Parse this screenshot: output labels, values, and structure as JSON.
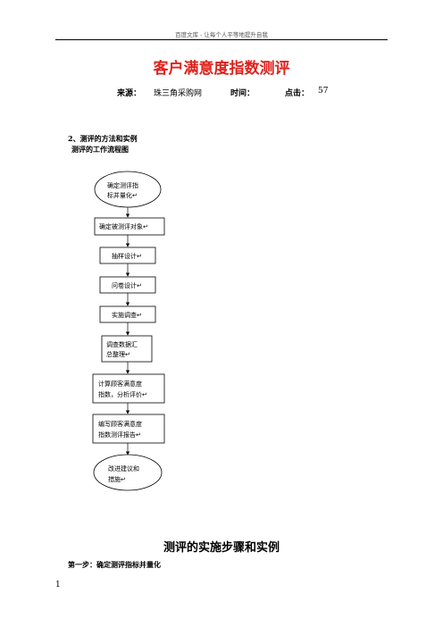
{
  "header": {
    "text": "百度文库 - 让每个人平等地提升自我"
  },
  "document": {
    "title": "客户满意度指数测评",
    "meta": {
      "source_label": "来源：",
      "source_value": "珠三角采购网",
      "time_label": "时间：",
      "clicks_label": "点击：",
      "clicks_value": "57"
    },
    "section2_heading": "2、测评的方法和实例",
    "section2_sub": "测评的工作流程图",
    "flow": {
      "steps": [
        {
          "line1": "确定测评指",
          "line2": "标并量化↵"
        },
        {
          "line1": "确定被测评对象↵"
        },
        {
          "line1": "抽样设计↵"
        },
        {
          "line1": "问卷设计↵"
        },
        {
          "line1": "实施调查↵"
        },
        {
          "line1": "调查数据汇",
          "line2": "总整理↵"
        },
        {
          "line1": "计算顾客满意度",
          "line2": "指数，分析评价↵"
        },
        {
          "line1": "编写顾客满意度",
          "line2": "指数测评报告↵"
        },
        {
          "line1": "改进建议和",
          "line2": "措施↵"
        }
      ]
    },
    "steps_title": "测评的实施步骤和实例",
    "step_one": "第一步：确定测评指标并量化"
  },
  "footer": {
    "page_number": "1"
  }
}
